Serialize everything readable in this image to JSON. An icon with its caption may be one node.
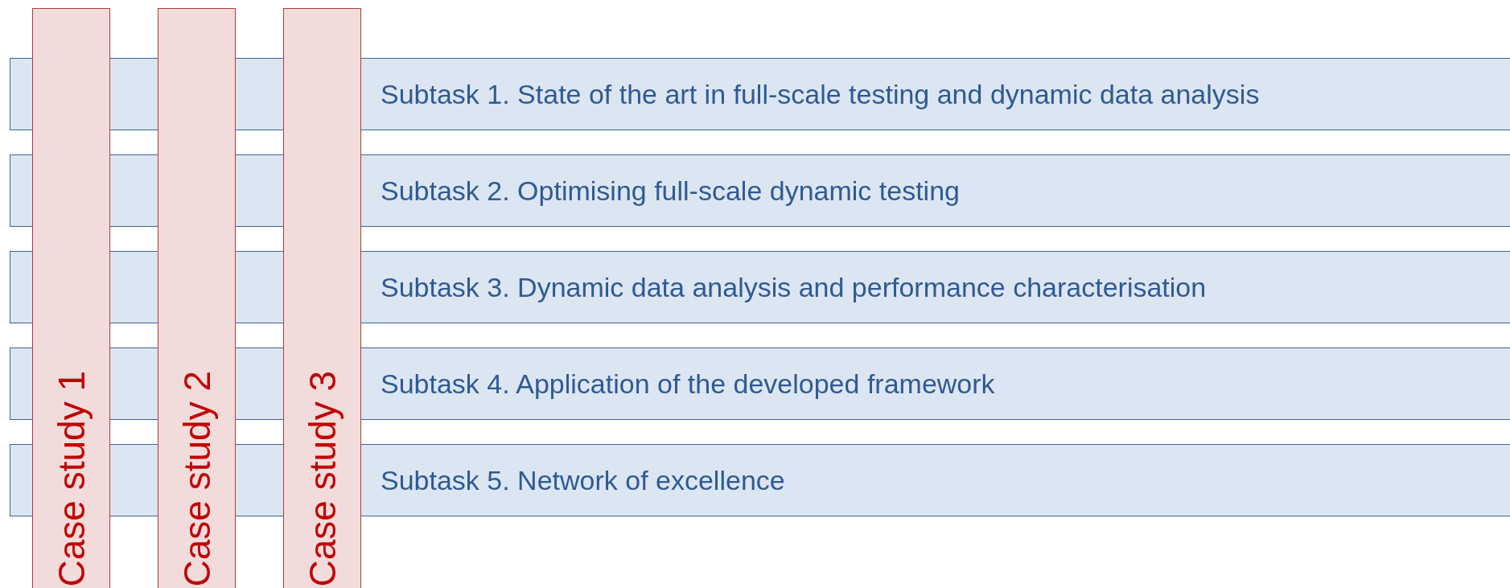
{
  "diagram": {
    "nodes": [
      {
        "text": [
          "Subtask 1. State of the art in full-scale testing and dynamic data analysis"
        ]
      },
      {
        "text": [
          "Subtask 2. Optimising full-scale dynamic testing"
        ]
      },
      {
        "text": [
          "Subtask 3. Dynamic data analysis and performance characterisation"
        ]
      },
      {
        "text": [
          "Subtask 4. Application of the developed framework"
        ]
      },
      {
        "text": [
          "Subtask 5. Network of excellence"
        ]
      },
      {
        "text": [
          "Case study 1"
        ]
      },
      {
        "text": [
          "Case study 2"
        ]
      },
      {
        "text": [
          "Case study 3"
        ]
      }
    ]
  }
}
